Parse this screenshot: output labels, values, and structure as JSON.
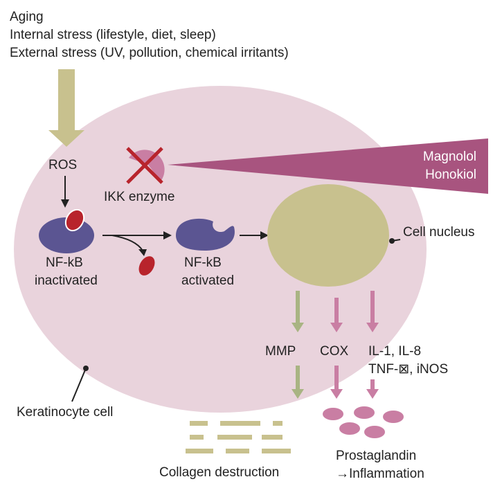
{
  "stressors": {
    "aging": "Aging",
    "internal": "Internal stress (lifestyle, diet, sleep)",
    "external": "External stress (UV, pollution, chemical irritants)"
  },
  "ros": "ROS",
  "ikk_enzyme": "IKK enzyme",
  "inhibitors": {
    "line1": "Magnolol",
    "line2": "Honokiol"
  },
  "nfkb_inactive": {
    "line1": "NF-kB",
    "line2": "inactivated"
  },
  "nfkb_active": {
    "line1": "NF-kB",
    "line2": "activated"
  },
  "cell_nucleus": "Cell nucleus",
  "mmp": "MMP",
  "cox": "COX",
  "cytokines": {
    "line1": "IL-1, IL-8",
    "line2": "TNF-⊠, iNOS"
  },
  "keratinocyte": "Keratinocyte cell",
  "collagen": "Collagen destruction",
  "prostaglandin": {
    "line1": "Prostaglandin",
    "line2": "→Inflammation"
  },
  "colors": {
    "cell": "#e9d3dc",
    "nucleus": "#c8c18e",
    "stress_arrow": "#c8c18e",
    "nfkb": "#5b5592",
    "red": "#b8242c",
    "magenta": "#a8547f",
    "pink": "#c97ea3",
    "green": "#a9b483",
    "collagen": "#c8c18e"
  }
}
